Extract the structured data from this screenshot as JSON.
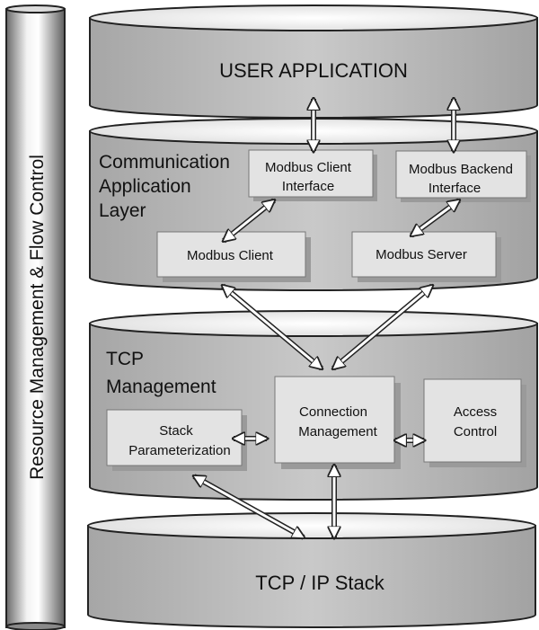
{
  "sidebar": {
    "label": "Resource Management & Flow Control"
  },
  "layers": {
    "user_application": {
      "title": "USER APPLICATION"
    },
    "communication": {
      "title_lines": [
        "Communication",
        "Application",
        "Layer"
      ],
      "boxes": {
        "client_interface": [
          "Modbus Client",
          "Interface"
        ],
        "backend_interface": [
          "Modbus Backend",
          "Interface"
        ],
        "client": "Modbus Client",
        "server": "Modbus Server"
      }
    },
    "tcp_management": {
      "title_lines": [
        "TCP",
        "Management"
      ],
      "boxes": {
        "stack_parameterization": [
          "Stack",
          "Parameterization"
        ],
        "connection_management": [
          "Connection",
          "Management"
        ],
        "access_control": [
          "Access",
          "Control"
        ]
      }
    },
    "tcp_ip": {
      "title": "TCP / IP Stack"
    }
  },
  "colors": {
    "cylinder_body": "#bdbdbd",
    "cylinder_top": "#ededed",
    "box_fill": "#e3e3e3",
    "stroke": "#222222"
  }
}
